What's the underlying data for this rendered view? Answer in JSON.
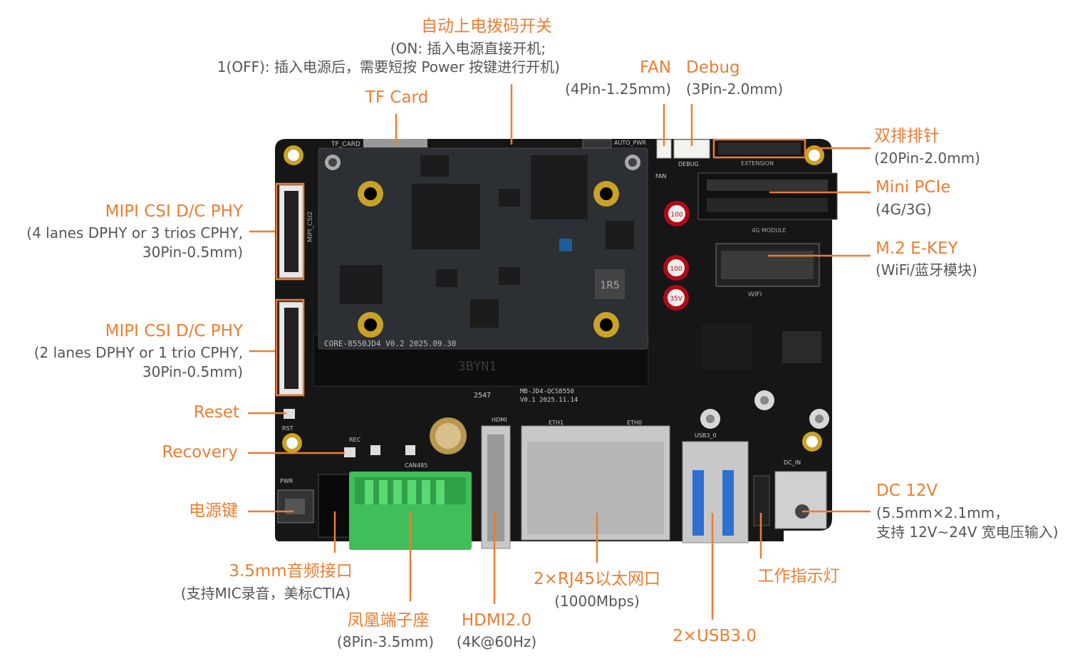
{
  "colors": {
    "accent": "#ED7D31",
    "sub_text": "#555555",
    "board": "#161616",
    "module": "#2c2f33",
    "pad": "#c9a227",
    "terminal": "#3fbe5a",
    "metal": "#c8c8c8",
    "usb_blue": "#2f6fd0"
  },
  "callouts": {
    "boot_switch": {
      "title": "自动上电拨码开关",
      "lines": [
        "(ON: 插入电源直接开机;",
        "1(OFF): 插入电源后，需要短按 Power 按键进行开机)"
      ]
    },
    "tf_card": {
      "title": "TF Card"
    },
    "fan": {
      "title": "FAN",
      "sub": "(4Pin-1.25mm)"
    },
    "debug": {
      "title": "Debug",
      "sub": "(3Pin-2.0mm)"
    },
    "dual_header": {
      "title": "双排排针",
      "sub": "(20Pin-2.0mm)"
    },
    "mini_pcie": {
      "title": "Mini PCIe",
      "sub": "(4G/3G)"
    },
    "m2": {
      "title": "M.2 E-KEY",
      "sub": "(WiFi/蓝牙模块)"
    },
    "mipi1": {
      "title": "MIPI CSI D/C PHY",
      "lines": [
        "(4 lanes DPHY or 3 trios CPHY,",
        "30Pin-0.5mm)"
      ]
    },
    "mipi2": {
      "title": "MIPI CSI D/C PHY",
      "lines": [
        "(2 lanes DPHY or 1 trio CPHY,",
        "30Pin-0.5mm)"
      ]
    },
    "reset": {
      "title": "Reset"
    },
    "recovery": {
      "title": "Recovery"
    },
    "power_key": {
      "title": "电源键"
    },
    "audio": {
      "title": "3.5mm音频接口",
      "sub": "(支持MIC录音，美标CTIA)"
    },
    "phoenix": {
      "title": "凤凰端子座",
      "sub": "(8Pin-3.5mm)"
    },
    "hdmi": {
      "title": "HDMI2.0",
      "sub": "(4K@60Hz)"
    },
    "rj45": {
      "title": "2×RJ45以太网口",
      "sub": "(1000Mbps)"
    },
    "usb": {
      "title": "2×USB3.0"
    },
    "status_led": {
      "title": "工作指示灯"
    },
    "dc": {
      "title": "DC 12V",
      "lines": [
        "(5.5mm×2.1mm，",
        "支持 12V~24V 宽电压输入)"
      ]
    }
  },
  "board_text": {
    "tf_card": "TF_CARD",
    "auto_pwr": "AUTO_PWR",
    "fan": "FAN",
    "debug": "DEBUG",
    "extension": "EXTENSION",
    "module_4g": "4G MODULE",
    "wifi": "WIFI",
    "module_name": "CORE-8550JD4   V0.2  2025.09.30",
    "base_name": "MB-JD4-QCS8550",
    "base_ver": "V0.1  2025.11.14",
    "base_code": "2547",
    "silk_3byn": "3BYN1",
    "eth1": "ETH1",
    "eth0": "ETH0",
    "hdmi": "HDMI",
    "can485": "CAN485",
    "dc_in": "DC_IN",
    "usb3": "USB3_0",
    "pwr": "PWR",
    "rst": "RST",
    "rec": "REC",
    "mipi_csi": "MIPI_CSI2",
    "inductor": "1R5",
    "cap": "100",
    "cap_v": "35V"
  }
}
